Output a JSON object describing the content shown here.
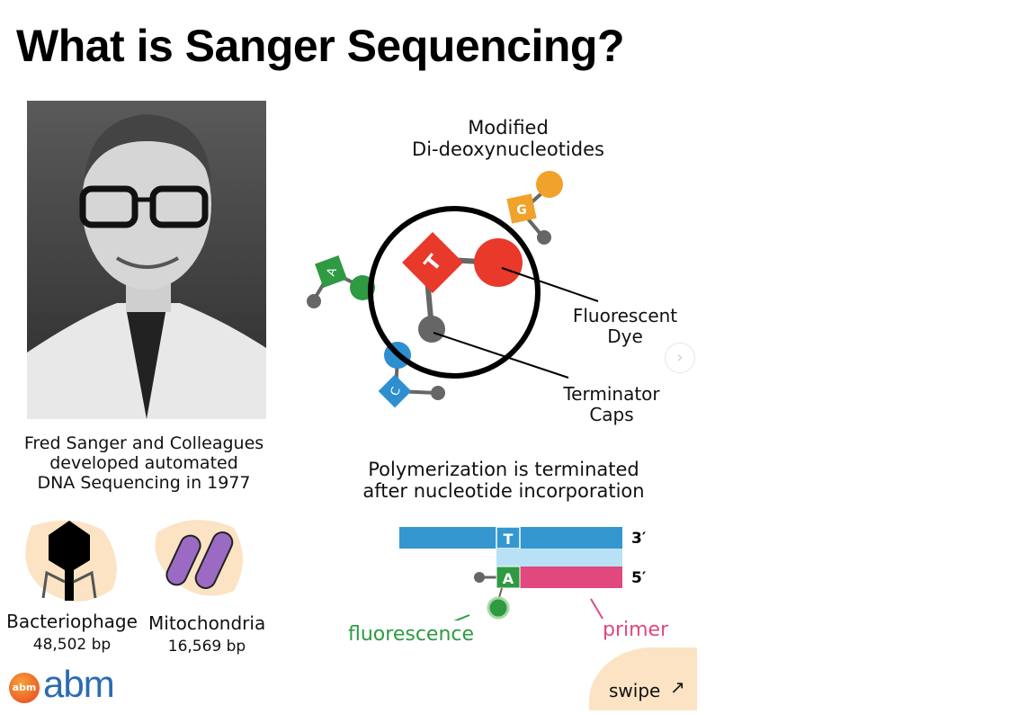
{
  "title": "What is Sanger Sequencing?",
  "caption": [
    "Fred Sanger and Colleagues",
    "developed automated",
    "DNA Sequencing in 1977"
  ],
  "organisms": [
    {
      "name": "Bacteriophage",
      "size": "48,502 bp"
    },
    {
      "name": "Mitochondria",
      "size": "16,569 bp"
    }
  ],
  "logo": {
    "text": "abm"
  },
  "diagram": {
    "title_line1": "Modified",
    "title_line2": "Di-deoxynucleotides",
    "nucleotides": [
      "T",
      "G",
      "A",
      "C"
    ],
    "label_dye_1": "Fluorescent",
    "label_dye_2": "Dye",
    "label_cap_1": "Terminator",
    "label_cap_2": "Caps"
  },
  "polymerization": {
    "title_line1": "Polymerization is terminated",
    "title_line2": "after nucleotide incorporation",
    "template_base": "T",
    "added_base": "A",
    "end_top": "3′",
    "end_bottom": "5′",
    "label_fluorescence": "fluorescence",
    "label_primer": "primer"
  },
  "swipe": "swipe",
  "colors": {
    "T": "#e8392a",
    "G": "#f0a22a",
    "A": "#2e9a42",
    "C": "#2e8fd0",
    "primer": "#e0487e",
    "blob": "#fbe3c3"
  }
}
